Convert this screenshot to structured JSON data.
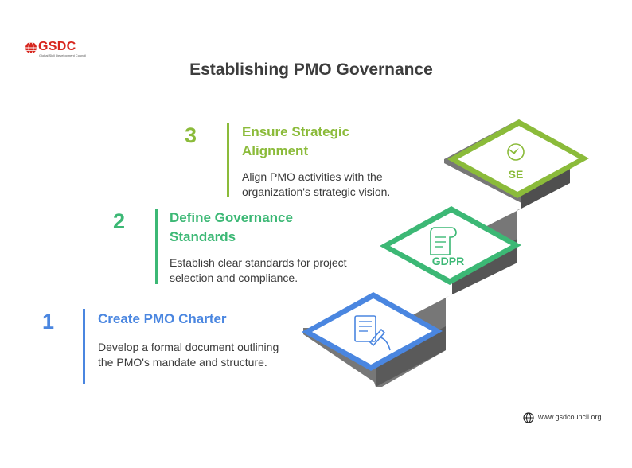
{
  "logo": {
    "name": "GSDC",
    "tagline": "Global Skill Development Council"
  },
  "title": "Establishing PMO Governance",
  "steps": [
    {
      "number": "1",
      "title": "Create PMO Charter",
      "description": "Develop a formal document outlining the PMO's mandate and structure.",
      "color": "#4a86e0",
      "icon": "document-pen-icon"
    },
    {
      "number": "2",
      "title": "Define Governance Standards",
      "description": "Establish clear standards for project selection and compliance.",
      "color": "#3cb875",
      "icon": "gdpr-scroll-icon",
      "icon_label": "GDPR"
    },
    {
      "number": "3",
      "title": "Ensure Strategic Alignment",
      "description": "Align PMO activities with the organization's strategic vision.",
      "color": "#8bbb3a",
      "icon": "compass-icon",
      "icon_label": "SE"
    }
  ],
  "footer": {
    "url": "www.gsdcouncil.org",
    "icon": "globe-icon"
  }
}
